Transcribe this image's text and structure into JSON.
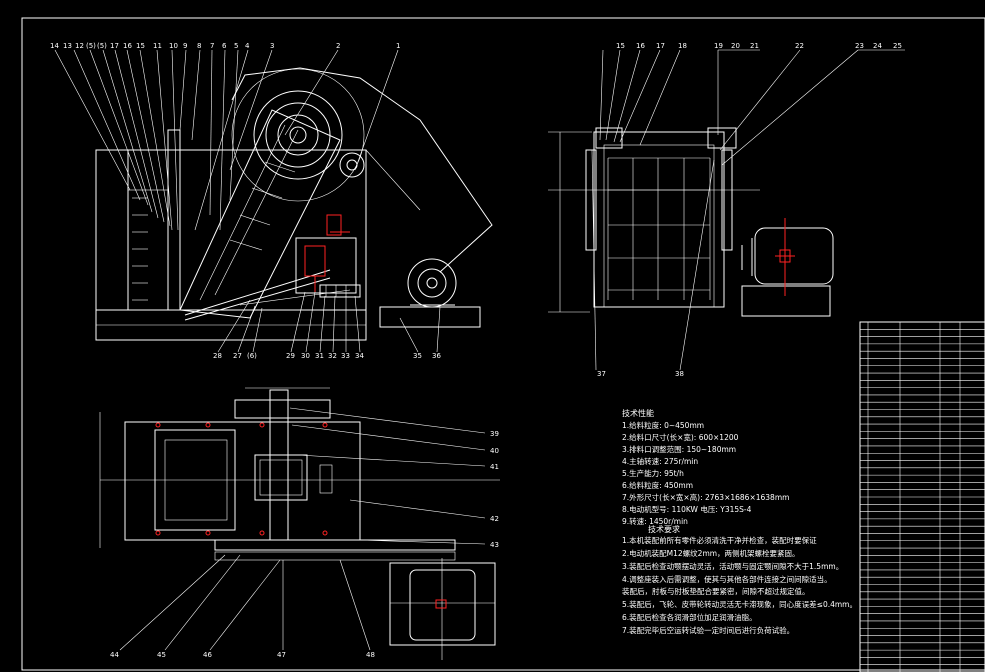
{
  "views": {
    "side": {
      "callouts_top": [
        "14",
        "13",
        "12",
        "(5)",
        "(5)",
        "17",
        "16",
        "15",
        "11",
        "10",
        "9",
        "8",
        "7",
        "6",
        "5",
        "4",
        "3",
        "2",
        "1"
      ],
      "callouts_bottom": [
        "28",
        "27",
        "(6)",
        "29",
        "30",
        "31",
        "32",
        "33",
        "34",
        "35",
        "36"
      ]
    },
    "front": {
      "callouts_top": [
        "15",
        "16",
        "17",
        "18",
        "19",
        "20",
        "21",
        "22",
        "23",
        "24",
        "25"
      ],
      "callouts_bottom": [
        "37",
        "38"
      ]
    },
    "plan": {
      "callouts_right": [
        "39",
        "40",
        "41",
        "42",
        "43"
      ],
      "callouts_bottom": [
        "44",
        "45",
        "46",
        "47",
        "48"
      ]
    }
  },
  "tech_specs": {
    "title": "技术性能",
    "items": [
      "1.给料粒度: 0~450mm",
      "2.给料口尺寸(长×宽): 600×1200",
      "3.排料口调整范围: 150~180mm",
      "4.主轴转速: 275r/min",
      "5.生产能力: 95t/h",
      "6.给料粒度: 450mm",
      "7.外形尺寸(长×宽×高): 2763×1686×1638mm",
      "8.电动机型号: 110KW  电压: Y315S-4",
      "9.转速: 1450r/min"
    ]
  },
  "tech_requirements": {
    "title": "技术要求",
    "items": [
      "1.本机装配前所有零件必须清洗干净并检查，装配时要保证",
      "2.电动机装配M12螺纹2mm，两侧机架螺栓要紧固。",
      "3.装配后检查动颚摆动灵活，活动颚与固定颚间隙不大于1.5mm。",
      "4.调整座装入后需调整，使其与其他各部件连接之间间隙适当。",
      "   装配后，肘板与肘板垫配合要紧密，间隙不超过规定值。",
      "5.装配后，飞轮、皮带轮转动灵活无卡滞现象，同心度误差≤0.4mm。",
      "6.装配后检查各润滑部位加足润滑油脂。",
      "7.装配完毕后空运转试验一定时间后进行负荷试验。"
    ]
  },
  "parts_table": {
    "rows": 48
  },
  "colors": {
    "background": "#000000",
    "lines": "#ffffff",
    "highlight": "#ff2222"
  }
}
